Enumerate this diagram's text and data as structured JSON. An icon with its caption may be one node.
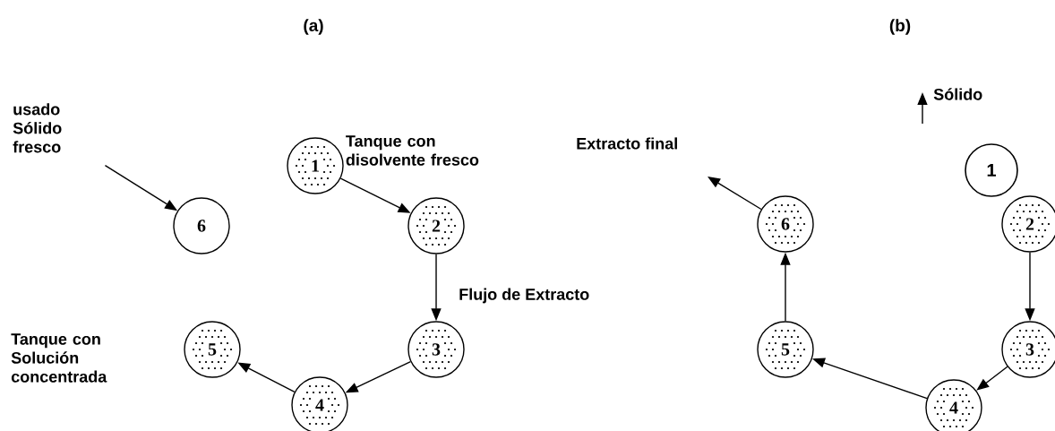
{
  "diagram": {
    "nodes": [
      {
        "text": [
          "1"
        ],
        "beside": [
          "Tanque con disolvente fresco"
        ]
      },
      {
        "text": [
          "2"
        ]
      },
      {
        "text": [
          "3"
        ]
      },
      {
        "text": [
          "4"
        ]
      },
      {
        "text": [
          "5"
        ]
      },
      {
        "text": [
          "6"
        ]
      },
      {
        "text": [
          "usado Sólido fresco"
        ]
      },
      {
        "text": [
          "1"
        ]
      },
      {
        "text": [
          "2"
        ]
      },
      {
        "text": [
          "3"
        ]
      },
      {
        "text": [
          "4"
        ]
      },
      {
        "text": [
          "5"
        ]
      },
      {
        "text": [
          "6"
        ]
      }
    ],
    "edges": [
      {
        "from": 0,
        "to": 1,
        "arrow": "to"
      },
      {
        "from": 1,
        "to": 2,
        "arrow": "to"
      },
      {
        "from": 2,
        "to": 3,
        "arrow": "to"
      },
      {
        "from": 3,
        "to": 4,
        "arrow": "to"
      },
      {
        "from": 6,
        "to": 5,
        "arrow": "to"
      },
      {
        "from": 8,
        "to": 9,
        "arrow": "to"
      },
      {
        "from": 9,
        "to": 10,
        "arrow": "to"
      },
      {
        "from": 10,
        "to": 11,
        "arrow": "to"
      },
      {
        "from": 11,
        "to": 12,
        "arrow": "to"
      },
      {
        "from": 12,
        "to": null,
        "arrow": "to",
        "label": "Extracto final"
      }
    ],
    "labels": [
      "(a)",
      "(b)",
      "Sólido",
      "Flujo de Extracto",
      "Tanque con Solución concentrada"
    ]
  }
}
